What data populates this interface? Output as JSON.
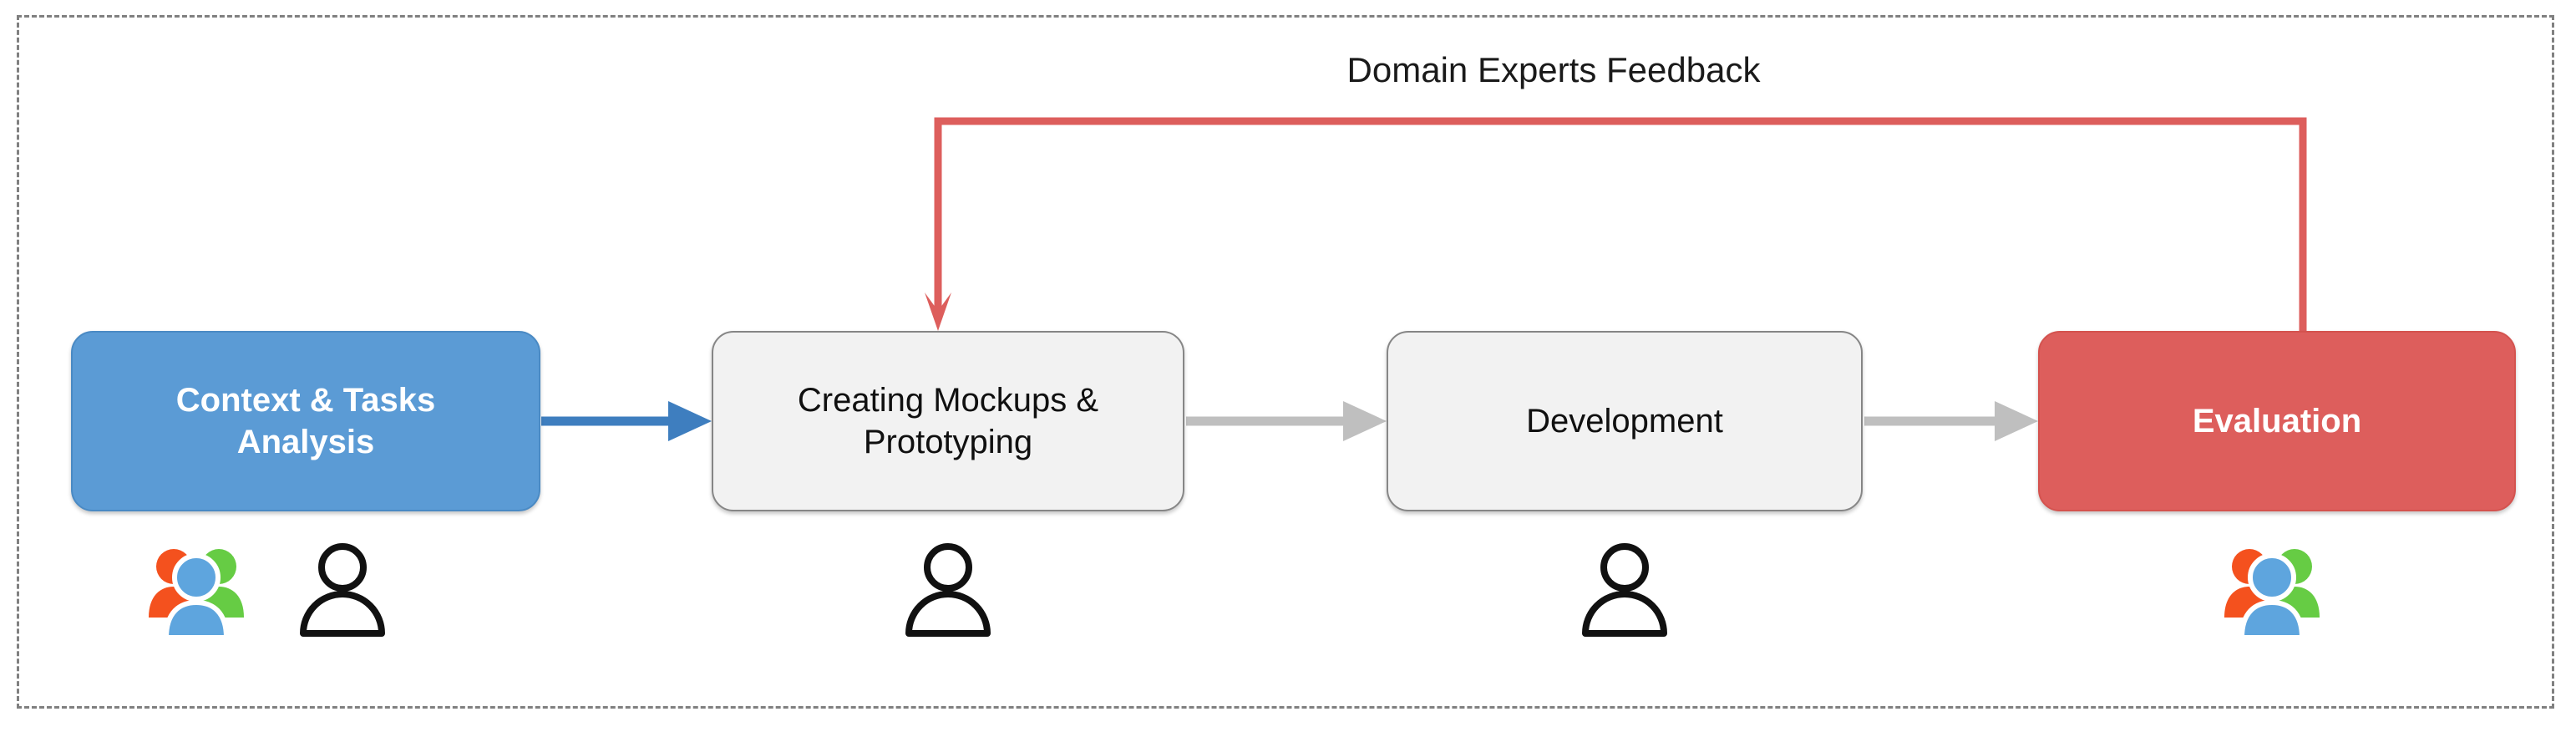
{
  "diagram": {
    "title_label": "Domain Experts Feedback",
    "colors": {
      "blue_box": "#5B9BD5",
      "red_box": "#DD5E5C",
      "gray_box": "#F2F2F2",
      "blue_arrow": "#3E7EBF",
      "gray_arrow": "#BFBFBF",
      "red_arrow": "#DD5E5C",
      "frame_border": "#808080",
      "group_icon_orange": "#F4511E",
      "group_icon_green": "#66CC44",
      "group_icon_blue": "#5EA5DE",
      "person_icon_outline": "#111111"
    },
    "steps": [
      {
        "id": "context-tasks-analysis",
        "label": "Context & Tasks\nAnalysis",
        "line1": "Context & Tasks",
        "line2": "Analysis",
        "style": "blue"
      },
      {
        "id": "creating-mockups-prototyping",
        "label": "Creating Mockups &\nPrototyping",
        "line1": "Creating Mockups &",
        "line2": "Prototyping",
        "style": "gray"
      },
      {
        "id": "development",
        "label": "Development",
        "line1": "Development",
        "line2": "",
        "style": "gray"
      },
      {
        "id": "evaluation",
        "label": "Evaluation",
        "line1": "Evaluation",
        "line2": "",
        "style": "red"
      }
    ],
    "connectors": [
      {
        "id": "arrow-step1-to-step2",
        "from": "context-tasks-analysis",
        "to": "creating-mockups-prototyping",
        "color": "blue"
      },
      {
        "id": "arrow-step2-to-step3",
        "from": "creating-mockups-prototyping",
        "to": "development",
        "color": "gray"
      },
      {
        "id": "arrow-step3-to-step4",
        "from": "development",
        "to": "evaluation",
        "color": "gray"
      },
      {
        "id": "feedback-loop",
        "from": "evaluation",
        "to": "creating-mockups-prototyping",
        "color": "red",
        "label": "Domain Experts Feedback"
      }
    ],
    "actors": [
      {
        "id": "actors-step1",
        "under": "context-tasks-analysis",
        "icons": [
          "group-icon",
          "person-icon"
        ]
      },
      {
        "id": "actors-step2",
        "under": "creating-mockups-prototyping",
        "icons": [
          "person-icon"
        ]
      },
      {
        "id": "actors-step3",
        "under": "development",
        "icons": [
          "person-icon"
        ]
      },
      {
        "id": "actors-step4",
        "under": "evaluation",
        "icons": [
          "group-icon"
        ]
      }
    ]
  }
}
